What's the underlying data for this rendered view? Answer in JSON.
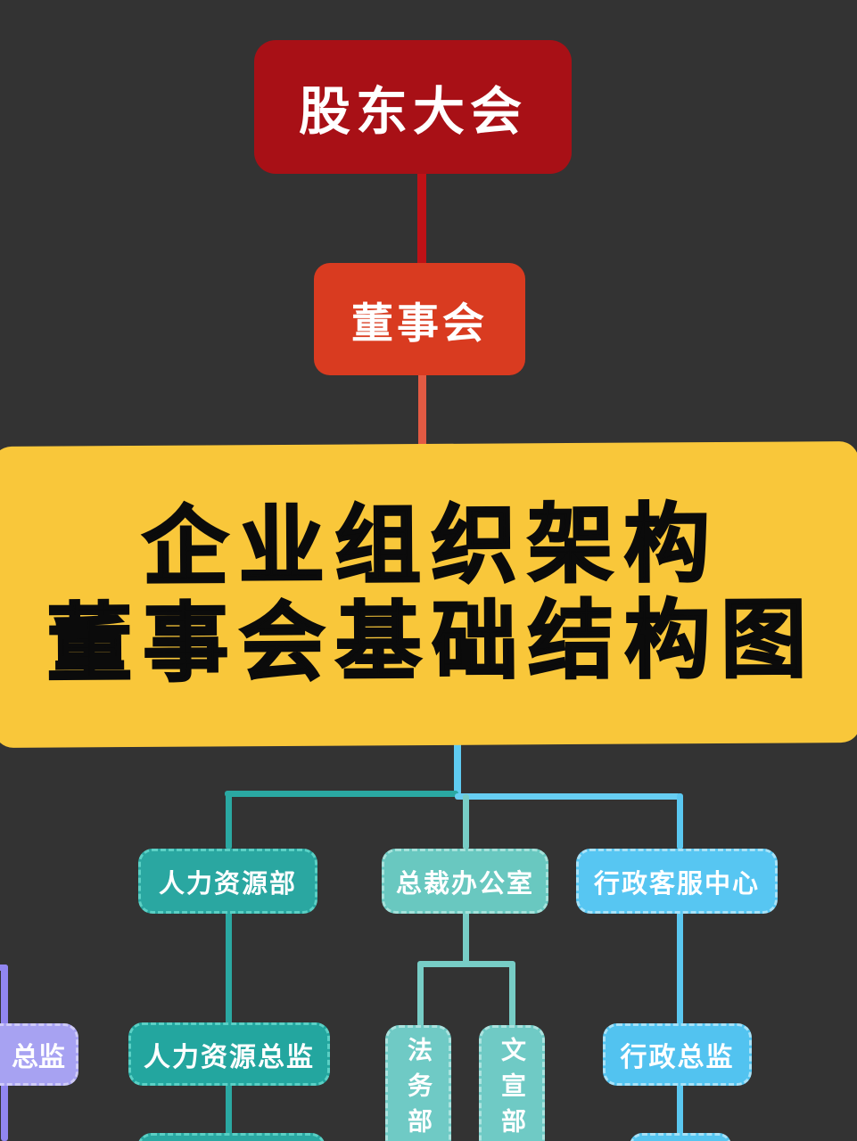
{
  "page": {
    "background": "#333333"
  },
  "title_banner": {
    "line1": "企业组织架构",
    "line2": "董事会基础结构图",
    "bg": "#f9c73a",
    "text_color": "#0b0b0b"
  },
  "nodes": {
    "shareholders": {
      "label": "股东大会",
      "fill": "#a81016",
      "text": "#ffffff"
    },
    "board": {
      "label": "董事会",
      "fill": "#d93b20",
      "text": "#ffffff"
    },
    "hr_dept": {
      "label": "人力资源部",
      "fill": "#2aa7a1",
      "border": "#5ad0c5"
    },
    "president_office": {
      "label": "总裁办公室",
      "fill": "#69c8c0",
      "border": "#a4e2db"
    },
    "admin_center": {
      "label": "行政客服中心",
      "fill": "#57c6f2",
      "border": "#a8e2f8"
    },
    "partial_director": {
      "label": "总监",
      "fill": "#a7a2f2",
      "border": "#cfcbf8"
    },
    "hr_director": {
      "label": "人力资源总监",
      "fill": "#23a69f",
      "border": "#5ad0c5"
    },
    "legal_dept": {
      "label": "法务部",
      "fill": "#6fcac5",
      "border": "#abe3df"
    },
    "publicity_dept": {
      "label": "文宣部",
      "fill": "#6fcac5",
      "border": "#abe3df"
    },
    "admin_director": {
      "label": "行政总监",
      "fill": "#52c3f0",
      "border": "#a8e2f8"
    },
    "bottom_left_partial": {
      "fill": "#2aa8a2",
      "border": "#5ad0c5"
    },
    "bottom_right_partial": {
      "fill": "#55c5f0",
      "border": "#a8e2f8"
    }
  },
  "connectors": {
    "shareholders_board": "#bf1116",
    "board_banner": "#e25a43",
    "banner_drop": "#5fcbf1",
    "branch_left": "#2aa8a2",
    "branch_right": "#67cef2",
    "teal": "#2aa8a2",
    "seafoam": "#77cdc6",
    "sky": "#5ac7f0",
    "purple": "#9186f0"
  }
}
